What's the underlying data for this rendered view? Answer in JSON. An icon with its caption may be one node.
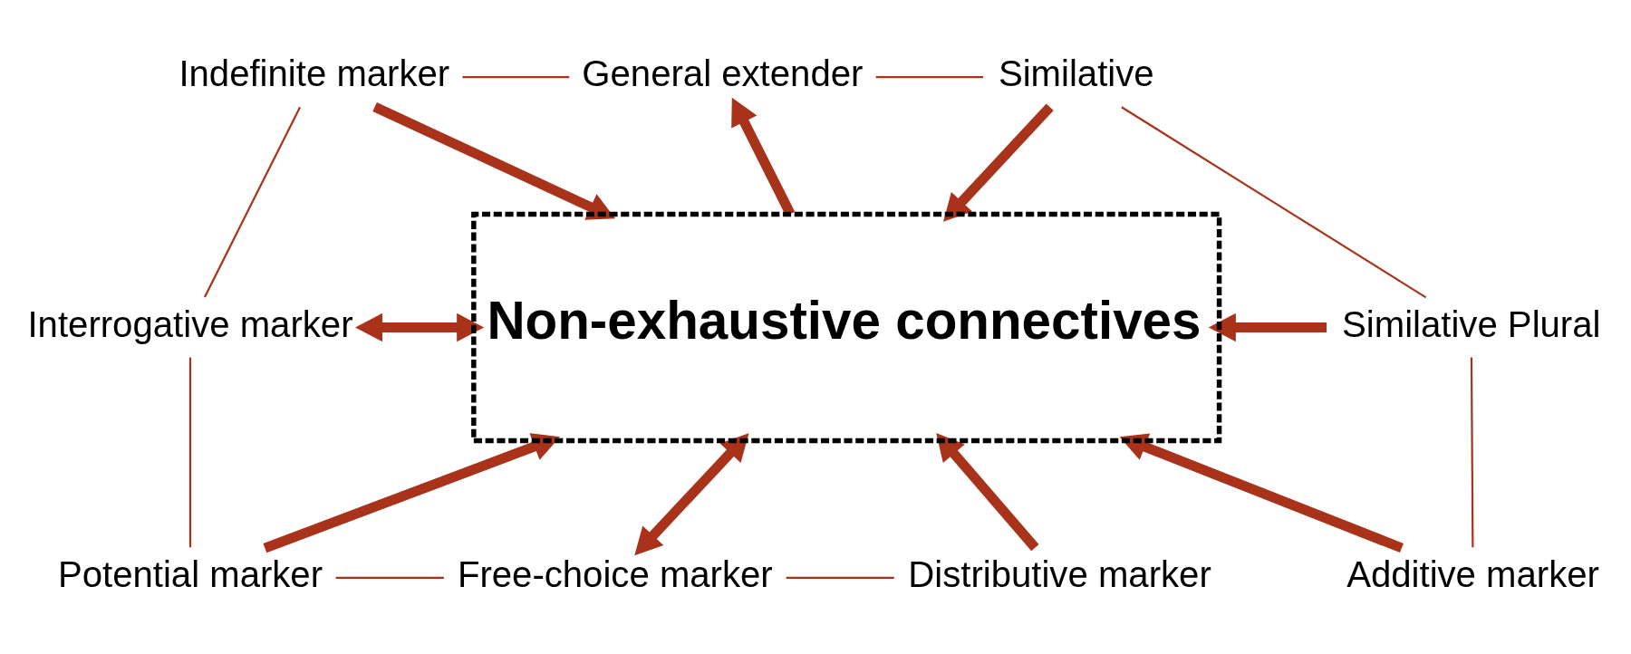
{
  "diagram": {
    "nodes": [
      {
        "text": [
          "General extender"
        ]
      },
      {
        "text": [
          "Similative"
        ]
      },
      {
        "text": [
          "Indefinite marker"
        ]
      },
      {
        "text": [
          "Interrogative marker"
        ]
      },
      {
        "text": [
          "Non-exhaustive connectives"
        ]
      },
      {
        "text": [
          "Similative Plural"
        ]
      },
      {
        "text": [
          "Potential marker"
        ]
      },
      {
        "text": [
          "Additive marker"
        ]
      },
      {
        "text": [
          "Free-choice marker"
        ]
      },
      {
        "text": [
          "Distributive marker"
        ]
      }
    ],
    "edges": [
      {
        "from": 4,
        "to": 0,
        "arrow": "to"
      },
      {
        "from": 1,
        "to": 4,
        "arrow": "to"
      },
      {
        "from": 2,
        "to": 4,
        "arrow": "to"
      },
      {
        "from": 3,
        "to": 4,
        "arrow": "both"
      },
      {
        "from": 5,
        "to": 4,
        "arrow": "to"
      },
      {
        "from": 6,
        "to": 4,
        "arrow": "to"
      },
      {
        "from": 8,
        "to": 4,
        "arrow": "both"
      },
      {
        "from": 9,
        "to": 4,
        "arrow": "to"
      },
      {
        "from": 7,
        "to": 4,
        "arrow": "to"
      },
      {
        "from": 2,
        "to": 0,
        "arrow": "none"
      },
      {
        "from": 0,
        "to": 1,
        "arrow": "none"
      },
      {
        "from": 1,
        "to": 5,
        "arrow": "none"
      },
      {
        "from": 2,
        "to": 3,
        "arrow": "none"
      },
      {
        "from": 3,
        "to": 6,
        "arrow": "none"
      },
      {
        "from": 6,
        "to": 8,
        "arrow": "none"
      },
      {
        "from": 8,
        "to": 9,
        "arrow": "none"
      },
      {
        "from": 5,
        "to": 7,
        "arrow": "none"
      }
    ]
  }
}
